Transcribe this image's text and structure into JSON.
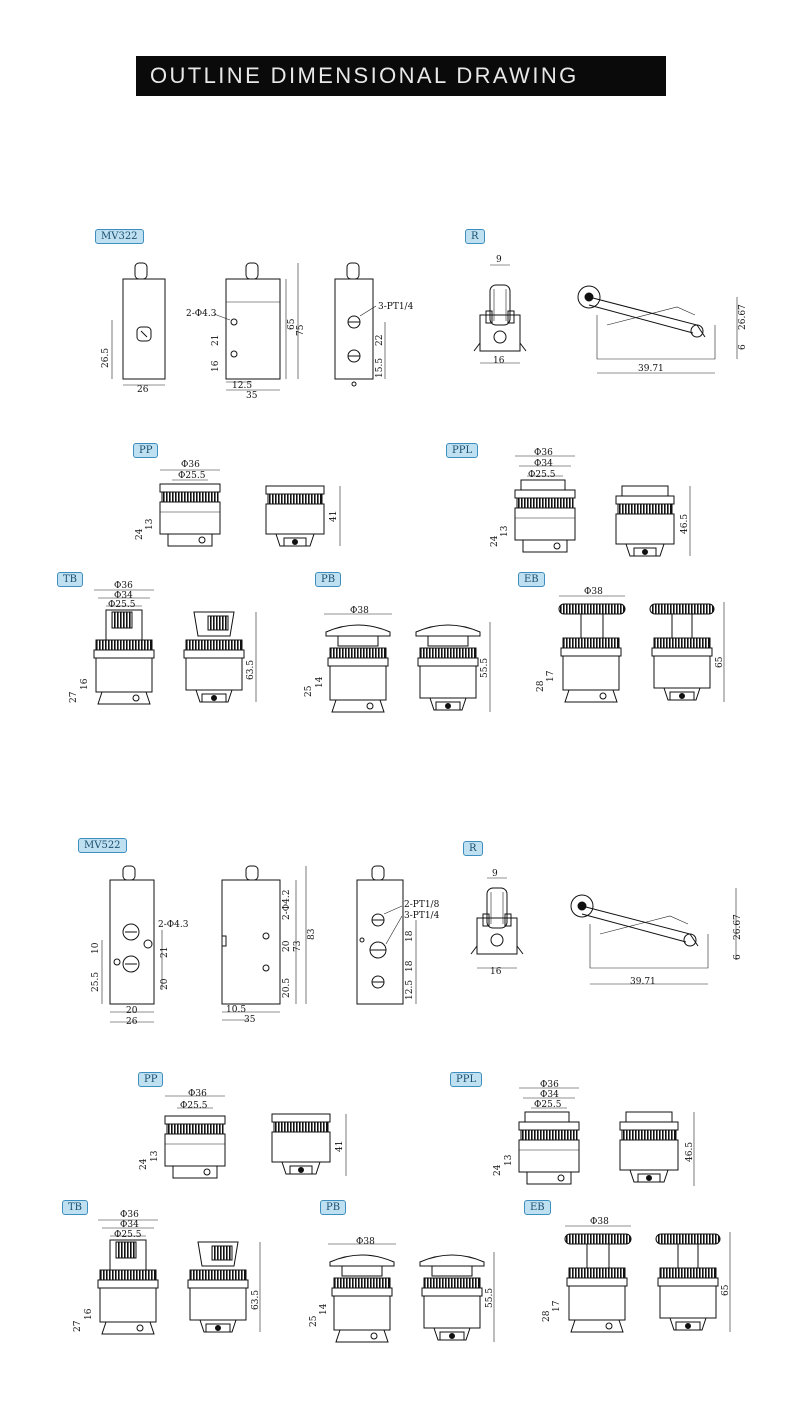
{
  "title": "OUTLINE DIMENSIONAL DRAWING",
  "sections": [
    {
      "model": "MV322",
      "roller": {
        "tag": "R",
        "d1": "9",
        "d2": "16",
        "d3": "39.71",
        "d4": "26.67",
        "d5": "6"
      },
      "body": {
        "port_a": "2-Φ4.3",
        "port_b": "3-PT1/4",
        "d_a": "26.5",
        "d_b": "26",
        "d_c": "21",
        "d_d": "16",
        "d_e": "65",
        "d_f": "75",
        "d_g": "12.5",
        "d_h": "35",
        "d_i": "22",
        "d_j": "15.5"
      },
      "pp": {
        "tag": "PP",
        "d1": "Φ36",
        "d2": "Φ25.5",
        "d3": "24",
        "d4": "13",
        "d5": "41"
      },
      "ppl": {
        "tag": "PPL",
        "d1": "Φ36",
        "d2": "Φ34",
        "d3": "Φ25.5",
        "d4": "24",
        "d5": "13",
        "d6": "46.5"
      },
      "tb": {
        "tag": "TB",
        "d1": "Φ36",
        "d2": "Φ34",
        "d3": "Φ25.5",
        "d4": "27",
        "d5": "16",
        "d6": "63.5"
      },
      "pb": {
        "tag": "PB",
        "d1": "Φ38",
        "d2": "25",
        "d3": "14",
        "d4": "55.5"
      },
      "eb": {
        "tag": "EB",
        "d1": "Φ38",
        "d2": "28",
        "d3": "17",
        "d4": "65"
      }
    },
    {
      "model": "MV522",
      "roller": {
        "tag": "R",
        "d1": "9",
        "d2": "16",
        "d3": "39.71",
        "d4": "26.67",
        "d5": "6"
      },
      "body": {
        "port_a": "2-Φ4.3",
        "port_b": "2-PT1/8",
        "port_c": "3-PT1/4",
        "d_a": "10",
        "d_b": "25.5",
        "d_c": "20",
        "d_d": "26",
        "d_e": "21",
        "d_f": "20",
        "d_g": "2-Φ4.2",
        "d_h": "20",
        "d_i": "73",
        "d_j": "83",
        "d_k": "20.5",
        "d_l": "10.5",
        "d_m": "35",
        "d_n": "18",
        "d_o": "18",
        "d_p": "12.5"
      },
      "pp": {
        "tag": "PP",
        "d1": "Φ36",
        "d2": "Φ25.5",
        "d3": "24",
        "d4": "13",
        "d5": "41"
      },
      "ppl": {
        "tag": "PPL",
        "d1": "Φ36",
        "d2": "Φ34",
        "d3": "Φ25.5",
        "d4": "24",
        "d5": "13",
        "d6": "46.5"
      },
      "tb": {
        "tag": "TB",
        "d1": "Φ36",
        "d2": "Φ34",
        "d3": "Φ25.5",
        "d4": "27",
        "d5": "16",
        "d6": "63.5"
      },
      "pb": {
        "tag": "PB",
        "d1": "Φ38",
        "d2": "25",
        "d3": "14",
        "d4": "55.5"
      },
      "eb": {
        "tag": "EB",
        "d1": "Φ38",
        "d2": "28",
        "d3": "17",
        "d4": "65"
      }
    }
  ]
}
